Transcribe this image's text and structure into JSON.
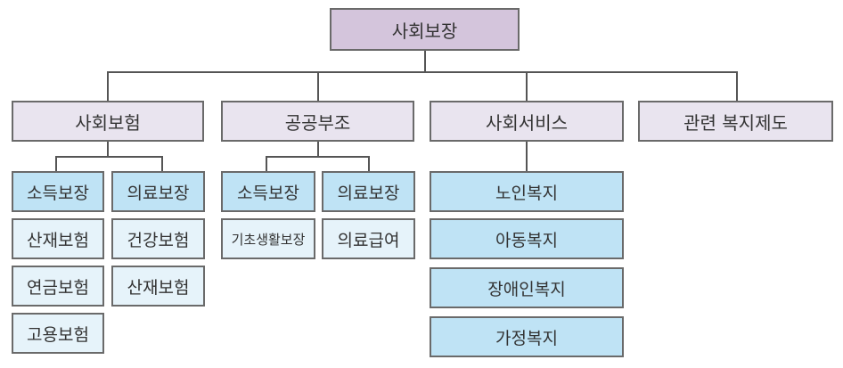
{
  "root": {
    "label": "사회보장"
  },
  "categories": [
    {
      "label": "사회보험"
    },
    {
      "label": "공공부조"
    },
    {
      "label": "사회서비스"
    },
    {
      "label": "관련 복지제도"
    }
  ],
  "social_insurance": {
    "col1": [
      "소득보장",
      "산재보험",
      "연금보험",
      "고용보험"
    ],
    "col2": [
      "의료보장",
      "건강보험",
      "산재보험"
    ]
  },
  "public_assistance": {
    "col1": [
      "소득보장",
      "기초생활보장"
    ],
    "col2": [
      "의료보장",
      "의료급여"
    ]
  },
  "social_services": [
    "노인복지",
    "아동복지",
    "장애인복지",
    "가정복지"
  ]
}
